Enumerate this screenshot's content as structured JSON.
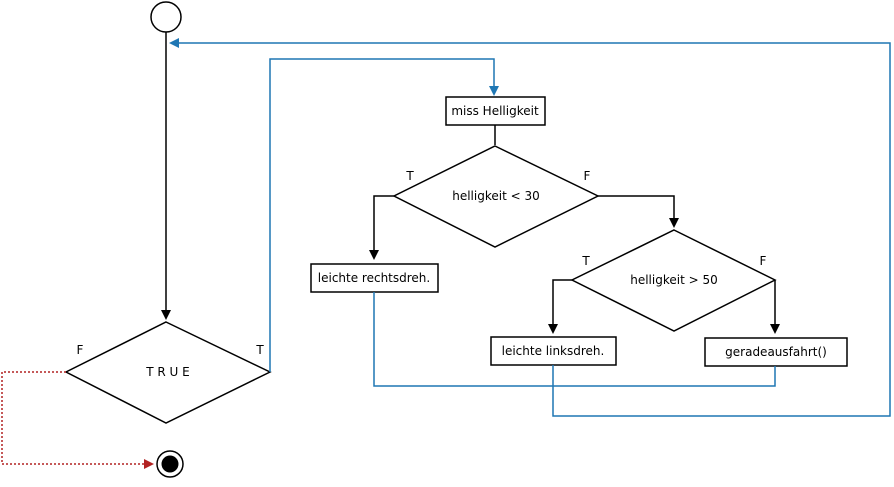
{
  "diagram": {
    "loop_condition": "T R U E",
    "loop_true_label": "T",
    "loop_false_label": "F",
    "measure": "miss Helligkeit",
    "decision1": {
      "text": "helligkeit < 30",
      "true_label": "T",
      "false_label": "F"
    },
    "decision2": {
      "text": "helligkeit > 50",
      "true_label": "T",
      "false_label": "F"
    },
    "action_right_turn": "leichte rechtsdreh.",
    "action_left_turn": "leichte linksdreh.",
    "action_straight": "geradeausfahrt()"
  },
  "colors": {
    "line": "#000000",
    "loop_back": "#1f77b4",
    "exit": "#b22222"
  }
}
